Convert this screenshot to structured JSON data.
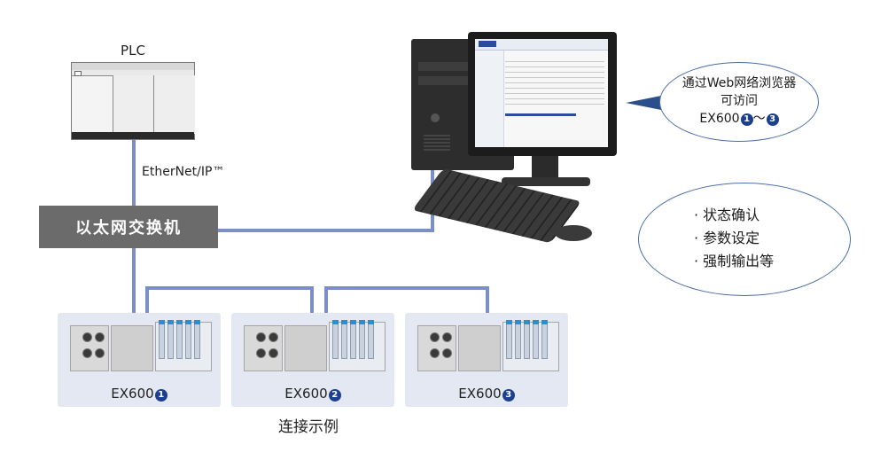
{
  "plc": {
    "label": "PLC"
  },
  "network": {
    "label": "EtherNet/IP™"
  },
  "switch": {
    "label": "以太网交换机"
  },
  "bubble_web": {
    "line1": "通过Web网络浏览器",
    "line2": "可访问",
    "line3_prefix": "EX600",
    "line3_num1": "1",
    "line3_sep": "～",
    "line3_num2": "3"
  },
  "bubble_features": {
    "items": [
      "· 状态确认",
      "· 参数设定",
      "· 强制输出等"
    ]
  },
  "modules": [
    {
      "name": "EX600",
      "number": "1"
    },
    {
      "name": "EX600",
      "number": "2"
    },
    {
      "name": "EX600",
      "number": "3"
    }
  ],
  "caption": "连接示例",
  "colors": {
    "line": "#7b8fc4",
    "switch": "#6b6b6b",
    "badge": "#1d3f8f",
    "module_bg": "#e4e8f2"
  }
}
